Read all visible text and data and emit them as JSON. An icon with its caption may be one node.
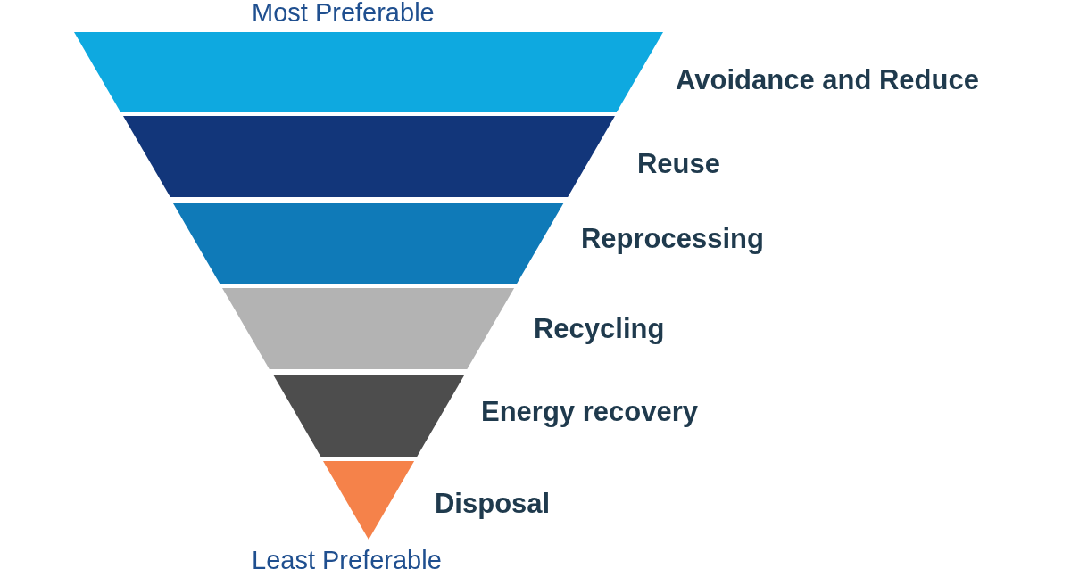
{
  "diagram": {
    "nodes": [
      {
        "text": [
          "Avoidance and Reduce"
        ]
      },
      {
        "text": [
          "Reuse"
        ]
      },
      {
        "text": [
          "Reprocessing"
        ]
      },
      {
        "text": [
          "Recycling"
        ]
      },
      {
        "text": [
          "Energy recovery"
        ]
      },
      {
        "text": [
          "Disposal"
        ]
      }
    ],
    "labels": [
      "Most Preferable",
      "Least Preferable"
    ]
  }
}
